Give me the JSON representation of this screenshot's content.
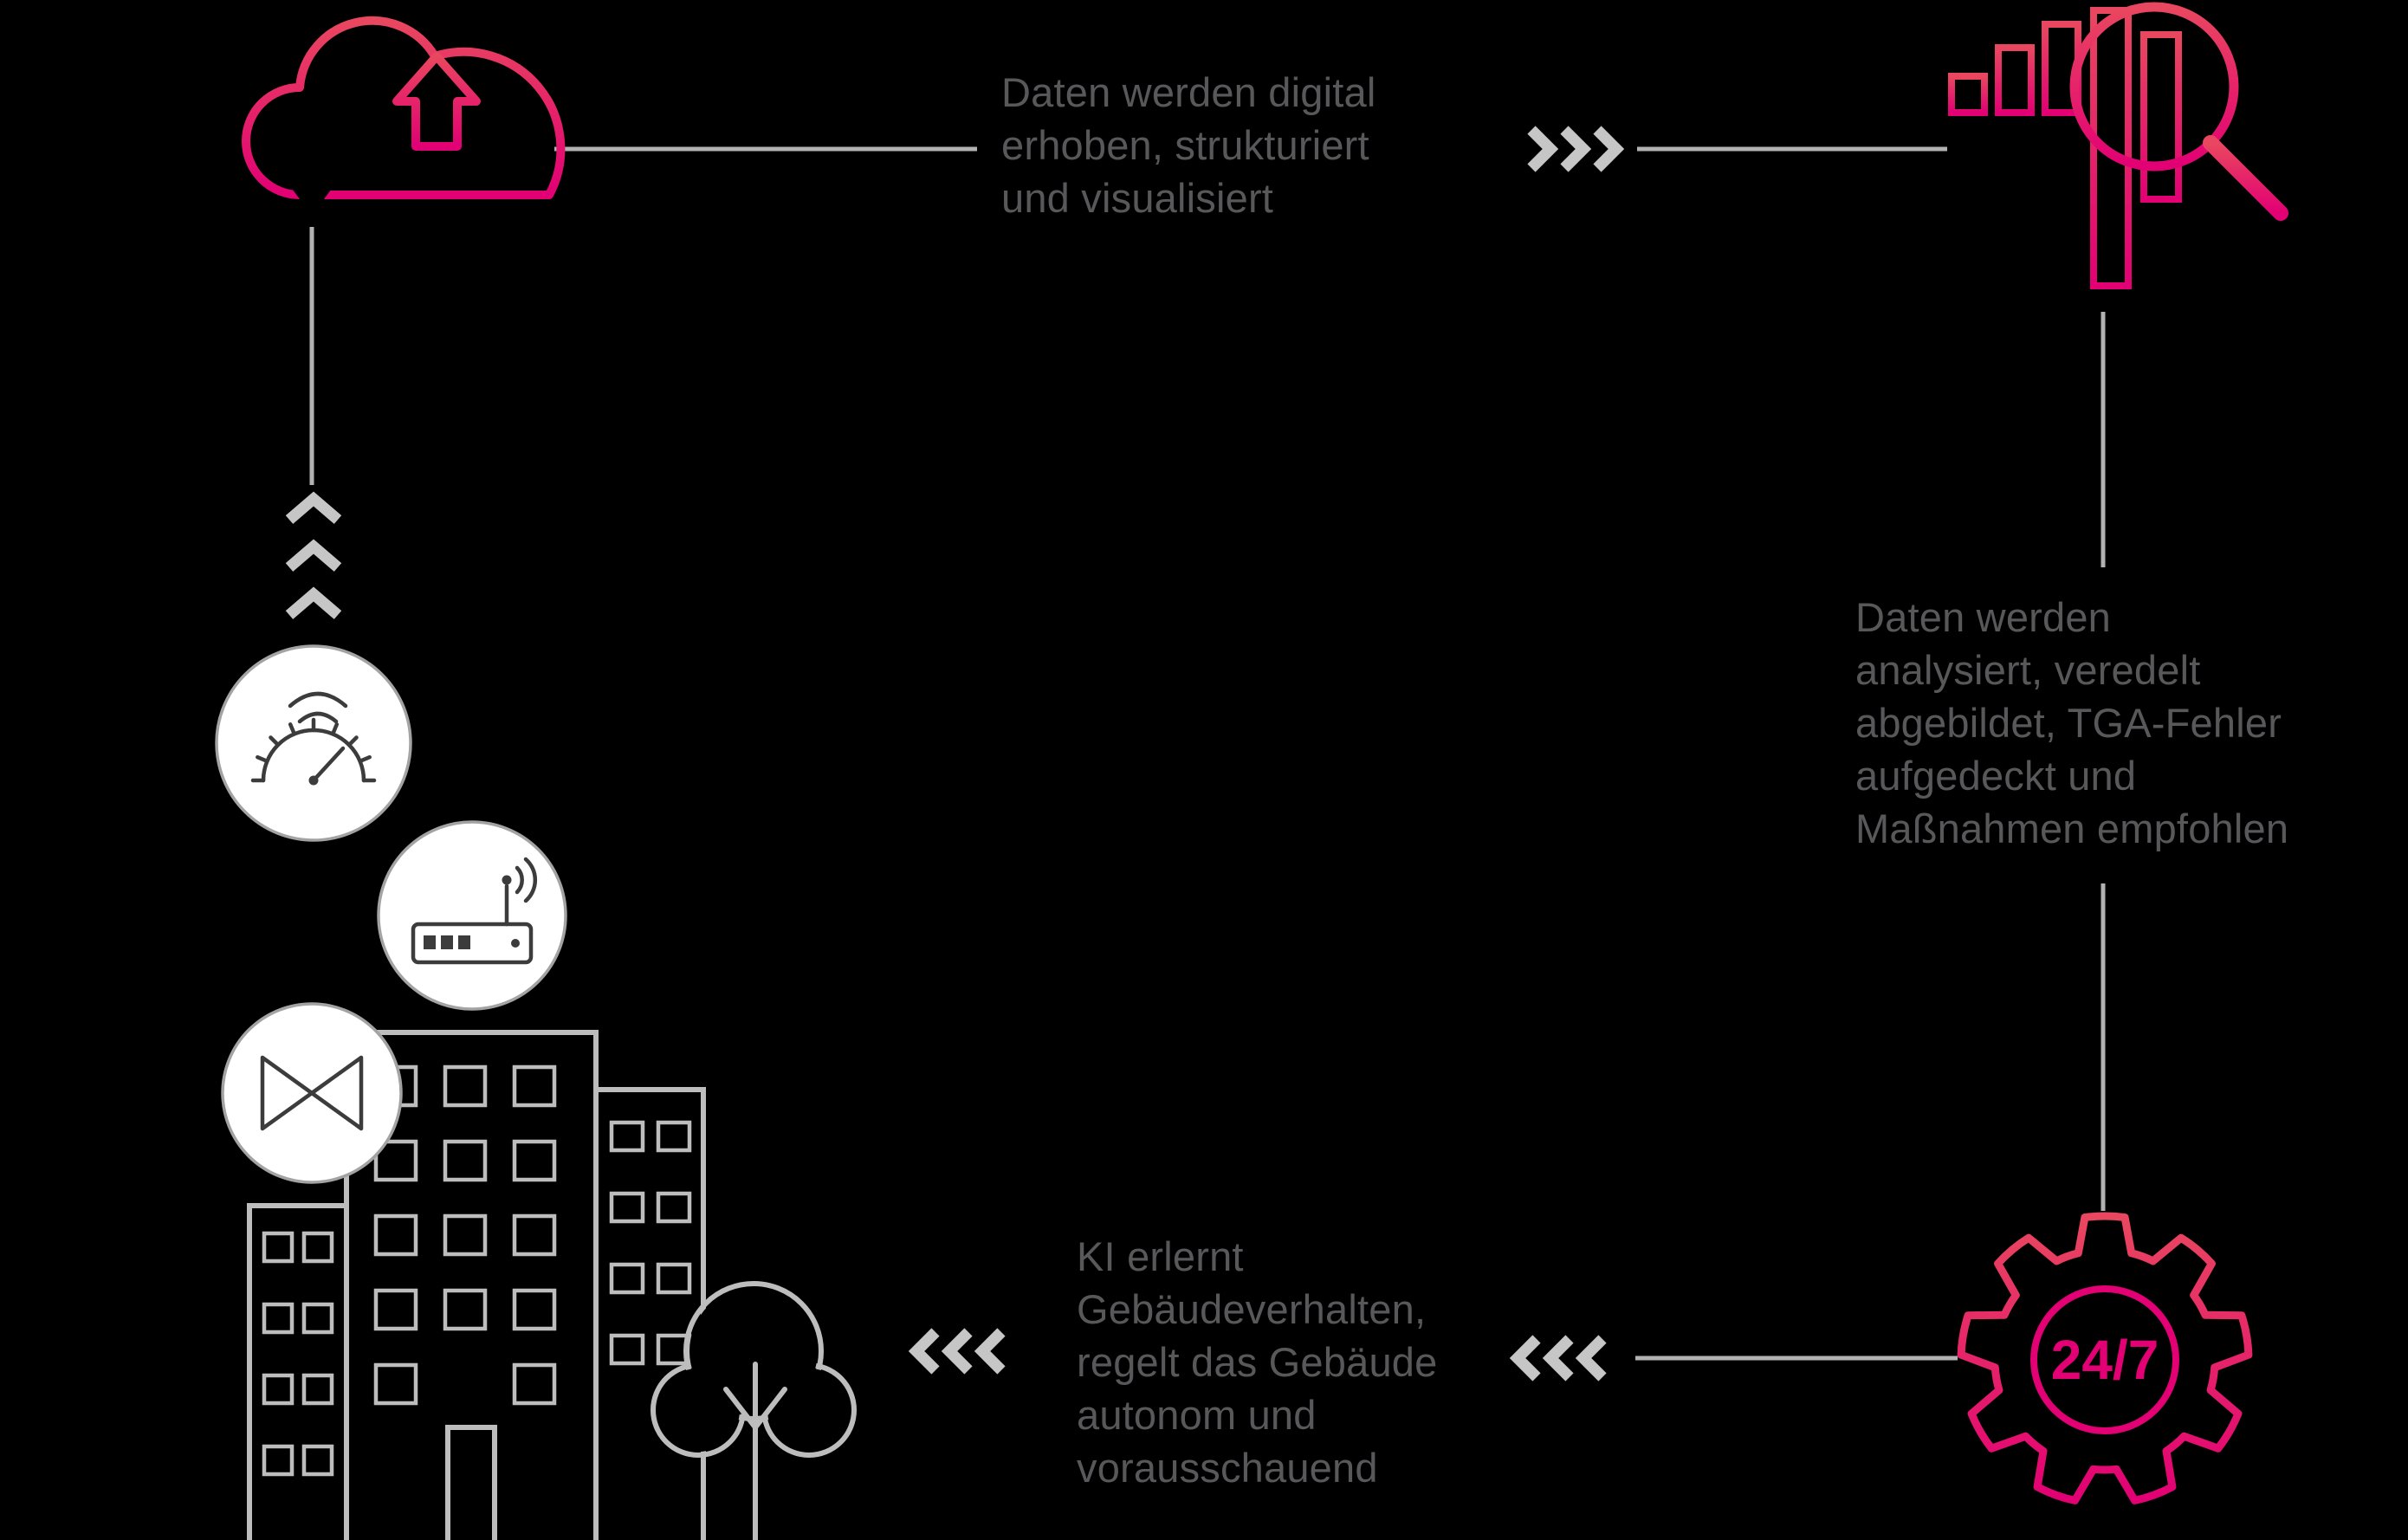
{
  "title": "Building data cycle infographic",
  "colors": {
    "background": "#000000",
    "magenta": "#e20074",
    "crimson": "#e9475f",
    "line_gray": "#b2b2b2",
    "chevron_gray": "#c6c6c6",
    "outline_gray": "#bdbdbd",
    "icon_dark": "#3c3c3c",
    "text_gray": "#58585a",
    "circle_border": "#a3a3a3"
  },
  "flow": {
    "step_collect": {
      "text": "Daten werden digital\nerhoben, strukturiert\nund visualisiert"
    },
    "step_analyze": {
      "text": "Daten werden\nanalysiert, veredelt\nabgebildet, TGA-Fehler\naufgedeckt und\nMaßnahmen empfohlen"
    },
    "step_control": {
      "text": "KI erlernt\nGebäudeverhalten,\nregelt das Gebäude\nautonom und\nvorausschauend"
    },
    "gear_label": "24/7"
  },
  "icons": [
    "cloud-sync-icon",
    "upload-arrow-icon",
    "download-arrow-icon",
    "bar-chart-magnifier-icon",
    "gear-247-icon",
    "gauge-sensor-icon",
    "gateway-router-icon",
    "valve-sensor-icon",
    "building-icon",
    "tree-icon",
    "up-chevrons-icon",
    "right-chevrons-icon",
    "left-chevrons-icon"
  ]
}
